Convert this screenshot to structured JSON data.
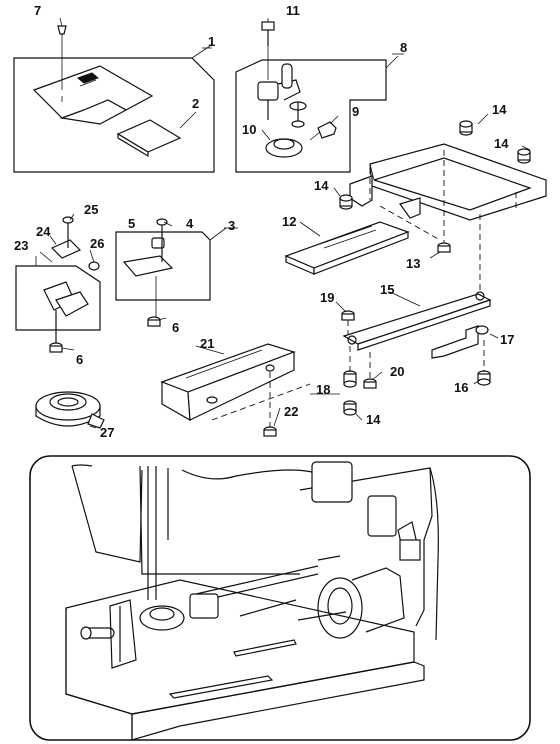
{
  "callouts": [
    {
      "id": "c1",
      "text": "1"
    },
    {
      "id": "c2",
      "text": "2"
    },
    {
      "id": "c3",
      "text": "3"
    },
    {
      "id": "c4",
      "text": "4"
    },
    {
      "id": "c5",
      "text": "5"
    },
    {
      "id": "c6a",
      "text": "6"
    },
    {
      "id": "c6b",
      "text": "6"
    },
    {
      "id": "c7",
      "text": "7"
    },
    {
      "id": "c8",
      "text": "8"
    },
    {
      "id": "c9",
      "text": "9"
    },
    {
      "id": "c10",
      "text": "10"
    },
    {
      "id": "c11",
      "text": "11"
    },
    {
      "id": "c12",
      "text": "12"
    },
    {
      "id": "c13",
      "text": "13"
    },
    {
      "id": "c14a",
      "text": "14"
    },
    {
      "id": "c14b",
      "text": "14"
    },
    {
      "id": "c14c",
      "text": "14"
    },
    {
      "id": "c14d",
      "text": "14"
    },
    {
      "id": "c15",
      "text": "15"
    },
    {
      "id": "c16",
      "text": "16"
    },
    {
      "id": "c17",
      "text": "17"
    },
    {
      "id": "c18",
      "text": "18"
    },
    {
      "id": "c19",
      "text": "19"
    },
    {
      "id": "c20",
      "text": "20"
    },
    {
      "id": "c21",
      "text": "21"
    },
    {
      "id": "c22",
      "text": "22"
    },
    {
      "id": "c23",
      "text": "23"
    },
    {
      "id": "c24",
      "text": "24"
    },
    {
      "id": "c25",
      "text": "25"
    },
    {
      "id": "c26",
      "text": "26"
    },
    {
      "id": "c27",
      "text": "27"
    }
  ]
}
